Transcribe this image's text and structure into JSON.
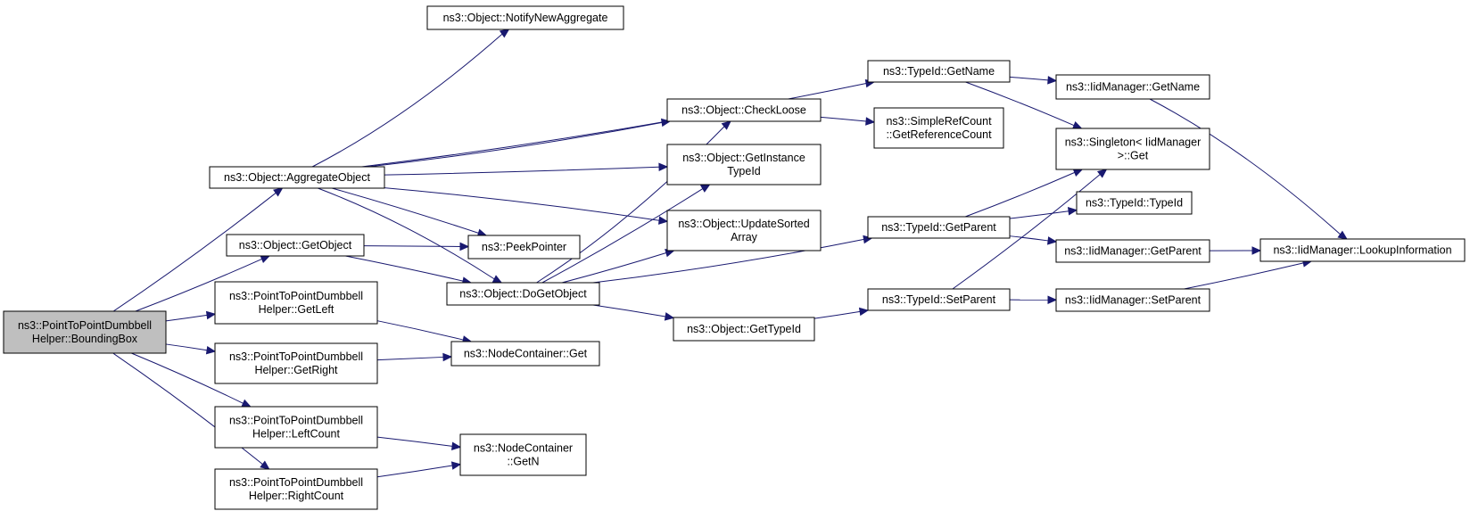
{
  "graph": {
    "nodes": [
      {
        "id": "bbox",
        "lines": [
          "ns3::PointToPointDumbbell",
          "Helper::BoundingBox"
        ],
        "root": true
      },
      {
        "id": "aggregate",
        "lines": [
          "ns3::Object::AggregateObject"
        ]
      },
      {
        "id": "getobject",
        "lines": [
          "ns3::Object::GetObject"
        ]
      },
      {
        "id": "getleft",
        "lines": [
          "ns3::PointToPointDumbbell",
          "Helper::GetLeft"
        ]
      },
      {
        "id": "getright",
        "lines": [
          "ns3::PointToPointDumbbell",
          "Helper::GetRight"
        ]
      },
      {
        "id": "leftcount",
        "lines": [
          "ns3::PointToPointDumbbell",
          "Helper::LeftCount"
        ]
      },
      {
        "id": "rightcount",
        "lines": [
          "ns3::PointToPointDumbbell",
          "Helper::RightCount"
        ]
      },
      {
        "id": "notify",
        "lines": [
          "ns3::Object::NotifyNewAggregate"
        ]
      },
      {
        "id": "peek",
        "lines": [
          "ns3::PeekPointer"
        ]
      },
      {
        "id": "dogetobject",
        "lines": [
          "ns3::Object::DoGetObject"
        ]
      },
      {
        "id": "nc_get",
        "lines": [
          "ns3::NodeContainer::Get"
        ]
      },
      {
        "id": "nc_getn",
        "lines": [
          "ns3::NodeContainer",
          "::GetN"
        ]
      },
      {
        "id": "checkloose",
        "lines": [
          "ns3::Object::CheckLoose"
        ]
      },
      {
        "id": "getinstance",
        "lines": [
          "ns3::Object::GetInstance",
          "TypeId"
        ]
      },
      {
        "id": "updatesorted",
        "lines": [
          "ns3::Object::UpdateSorted",
          "Array"
        ]
      },
      {
        "id": "gettypeid",
        "lines": [
          "ns3::Object::GetTypeId"
        ]
      },
      {
        "id": "tid_getname",
        "lines": [
          "ns3::TypeId::GetName"
        ]
      },
      {
        "id": "refcount",
        "lines": [
          "ns3::SimpleRefCount",
          "::GetReferenceCount"
        ]
      },
      {
        "id": "tid_getparent",
        "lines": [
          "ns3::TypeId::GetParent"
        ]
      },
      {
        "id": "tid_setparent",
        "lines": [
          "ns3::TypeId::SetParent"
        ]
      },
      {
        "id": "iid_getname",
        "lines": [
          "ns3::IidManager::GetName"
        ]
      },
      {
        "id": "singleton",
        "lines": [
          "ns3::Singleton< IidManager",
          ">::Get"
        ]
      },
      {
        "id": "tid_typeid",
        "lines": [
          "ns3::TypeId::TypeId"
        ]
      },
      {
        "id": "iid_getparent",
        "lines": [
          "ns3::IidManager::GetParent"
        ]
      },
      {
        "id": "iid_setparent",
        "lines": [
          "ns3::IidManager::SetParent"
        ]
      },
      {
        "id": "lookup",
        "lines": [
          "ns3::IidManager::LookupInformation"
        ]
      }
    ],
    "edges": [
      [
        "bbox",
        "aggregate"
      ],
      [
        "bbox",
        "getobject"
      ],
      [
        "bbox",
        "getleft"
      ],
      [
        "bbox",
        "getright"
      ],
      [
        "bbox",
        "leftcount"
      ],
      [
        "bbox",
        "rightcount"
      ],
      [
        "aggregate",
        "notify"
      ],
      [
        "aggregate",
        "tid_getname"
      ],
      [
        "aggregate",
        "checkloose"
      ],
      [
        "aggregate",
        "getinstance"
      ],
      [
        "aggregate",
        "updatesorted"
      ],
      [
        "aggregate",
        "peek"
      ],
      [
        "aggregate",
        "dogetobject"
      ],
      [
        "getobject",
        "peek"
      ],
      [
        "getobject",
        "dogetobject"
      ],
      [
        "getleft",
        "nc_get"
      ],
      [
        "getright",
        "nc_get"
      ],
      [
        "leftcount",
        "nc_getn"
      ],
      [
        "rightcount",
        "nc_getn"
      ],
      [
        "dogetobject",
        "checkloose"
      ],
      [
        "dogetobject",
        "getinstance"
      ],
      [
        "dogetobject",
        "updatesorted"
      ],
      [
        "dogetobject",
        "tid_getparent"
      ],
      [
        "dogetobject",
        "gettypeid"
      ],
      [
        "checkloose",
        "refcount"
      ],
      [
        "gettypeid",
        "tid_setparent"
      ],
      [
        "tid_getname",
        "iid_getname"
      ],
      [
        "tid_getname",
        "singleton"
      ],
      [
        "tid_getparent",
        "singleton"
      ],
      [
        "tid_getparent",
        "tid_typeid"
      ],
      [
        "tid_getparent",
        "iid_getparent"
      ],
      [
        "tid_setparent",
        "singleton"
      ],
      [
        "tid_setparent",
        "iid_setparent"
      ],
      [
        "iid_getname",
        "lookup"
      ],
      [
        "iid_getparent",
        "lookup"
      ],
      [
        "iid_setparent",
        "lookup"
      ]
    ],
    "colors": {
      "edge": "#191970",
      "root_fill": "#bfbfbf",
      "node_fill": "#ffffff",
      "node_border": "#000000"
    }
  }
}
